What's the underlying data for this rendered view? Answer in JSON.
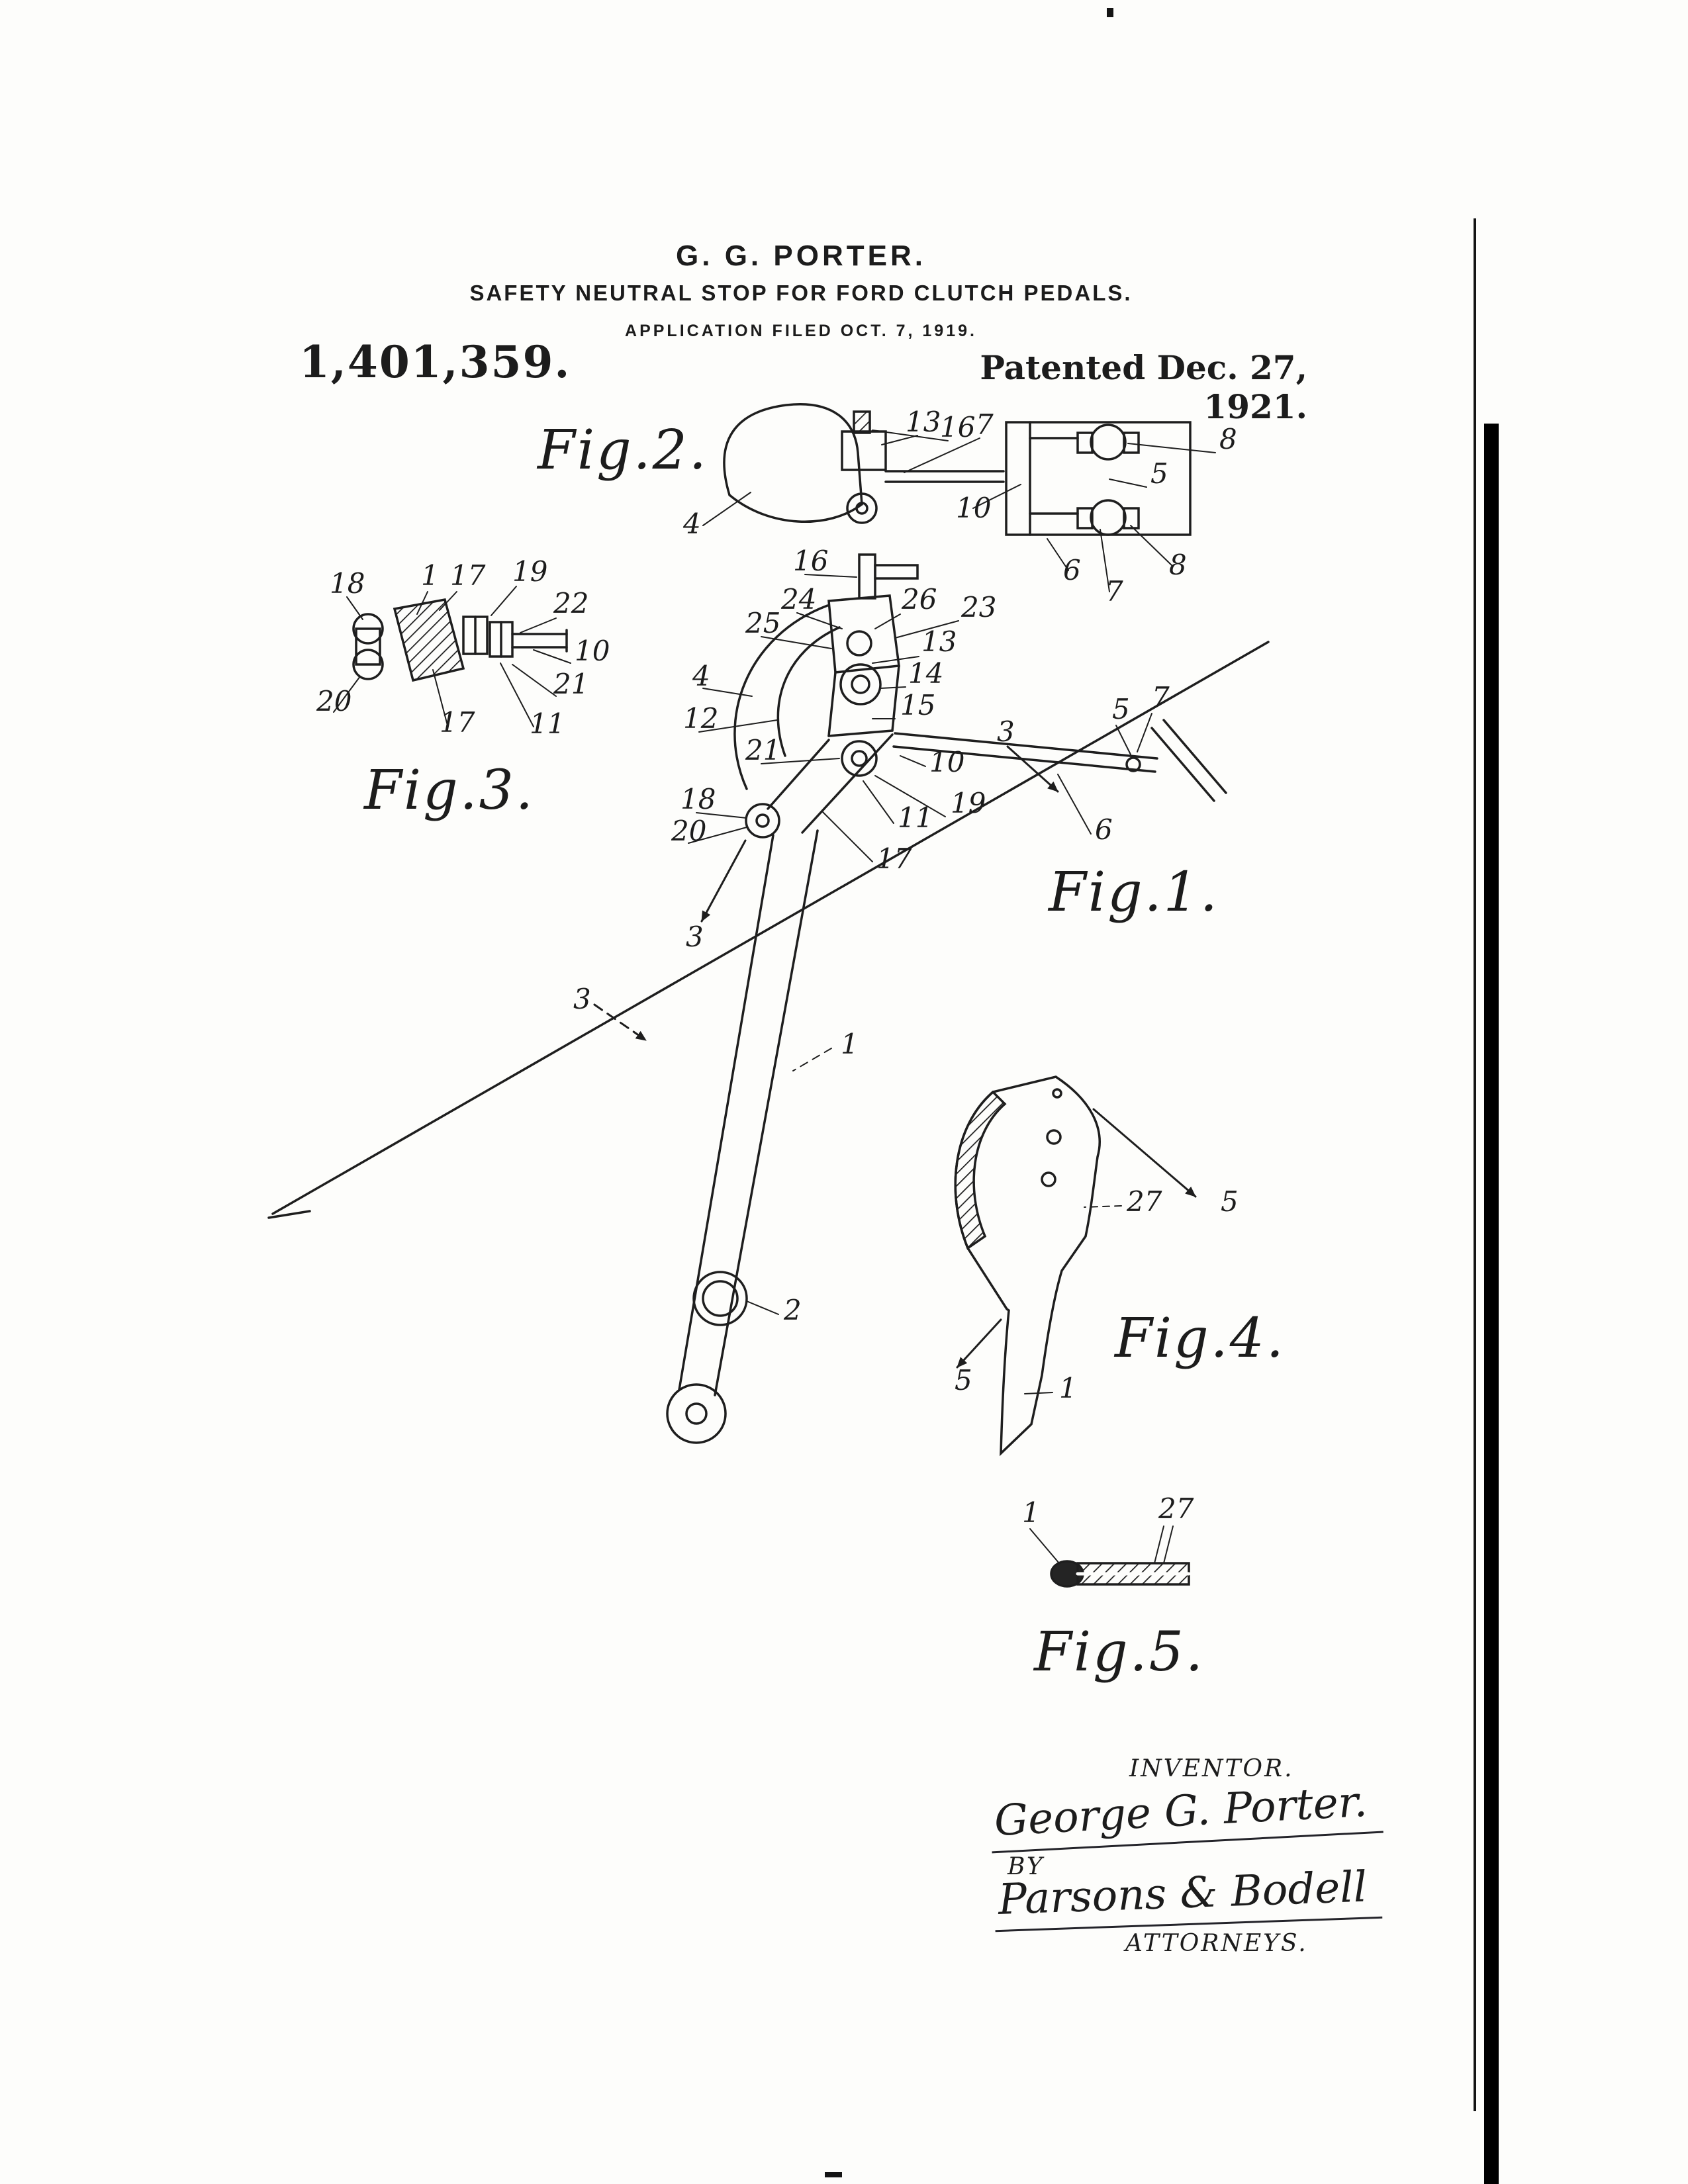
{
  "header": {
    "author": "G. G. PORTER.",
    "title": "SAFETY NEUTRAL STOP FOR FORD CLUTCH PEDALS.",
    "application": "APPLICATION FILED OCT. 7, 1919.",
    "patent_number": "1,401,359.",
    "patent_date": "Patented Dec. 27, 1921."
  },
  "figures": {
    "fig1": "Fig.1.",
    "fig2": "Fig.2.",
    "fig3": "Fig.3.",
    "fig4": "Fig.4.",
    "fig5": "Fig.5."
  },
  "refs": {
    "fig2": [
      "13",
      "16",
      "7",
      "8",
      "5",
      "10",
      "4",
      "6",
      "7",
      "8"
    ],
    "fig3": [
      "18",
      "1",
      "17",
      "19",
      "22",
      "10",
      "21",
      "20",
      "17",
      "11"
    ],
    "fig1": [
      "16",
      "24",
      "26",
      "23",
      "25",
      "13",
      "4",
      "14",
      "15",
      "12",
      "3",
      "5",
      "7",
      "21",
      "10",
      "18",
      "11",
      "19",
      "20",
      "6",
      "17",
      "3",
      "3",
      "1",
      "2"
    ],
    "fig4": [
      "27",
      "5",
      "5",
      "1"
    ],
    "fig5": [
      "1",
      "27"
    ]
  },
  "signature": {
    "inventor_caption": "INVENTOR.",
    "inventor_name": "George G. Porter.",
    "by_label": "BY",
    "attorney_name": "Parsons & Bodell",
    "attorney_caption": "ATTORNEYS."
  }
}
